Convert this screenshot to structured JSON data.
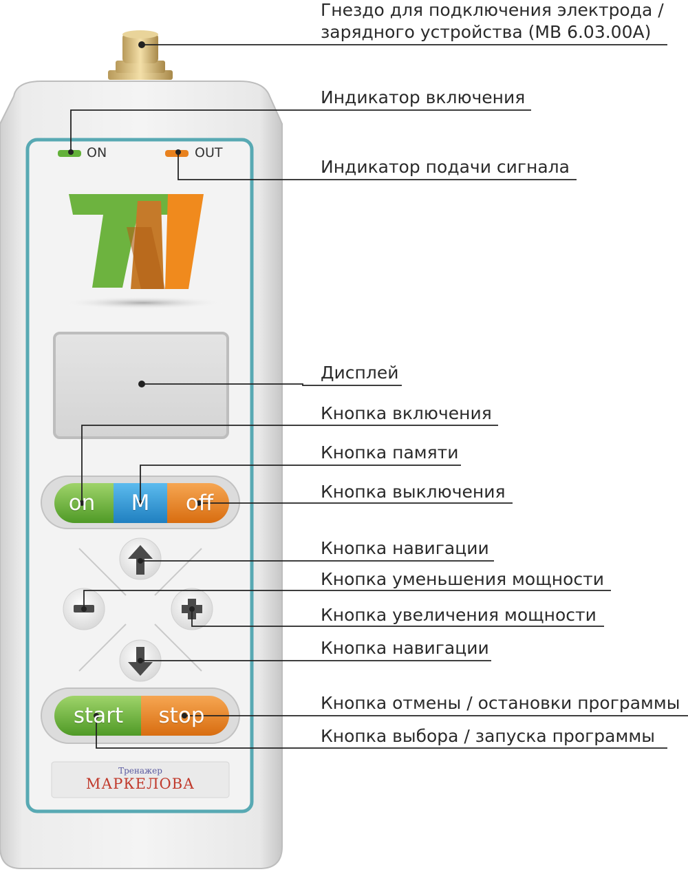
{
  "indicators": {
    "on_label": "ON",
    "out_label": "OUT"
  },
  "buttons": {
    "on": "on",
    "memory": "M",
    "off": "off",
    "start": "start",
    "stop": "stop"
  },
  "brand": {
    "line1": "Тренажер",
    "line2": "МАРКЕЛОВА"
  },
  "callouts": {
    "socket_line1": "Гнездо для подключения электрода /",
    "socket_line2": "зарядного устройства (МВ 6.03.00А)",
    "power_indicator": "Индикатор включения",
    "signal_indicator": "Индикатор подачи сигнала",
    "display": "Дисплей",
    "on_button": "Кнопка включения",
    "memory_button": "Кнопка памяти",
    "off_button": "Кнопка выключения",
    "nav_up": "Кнопка навигации",
    "power_down": "Кнопка уменьшения мощности",
    "power_up": "Кнопка увеличения мощности",
    "nav_down": "Кнопка навигации",
    "stop_button": "Кнопка отмены / остановки программы",
    "start_button": "Кнопка выбора / запуска программы"
  },
  "colors": {
    "green": "#6ab43a",
    "orange": "#e8811e",
    "blue": "#2a97d6",
    "teal_frame": "#58a9b3"
  }
}
